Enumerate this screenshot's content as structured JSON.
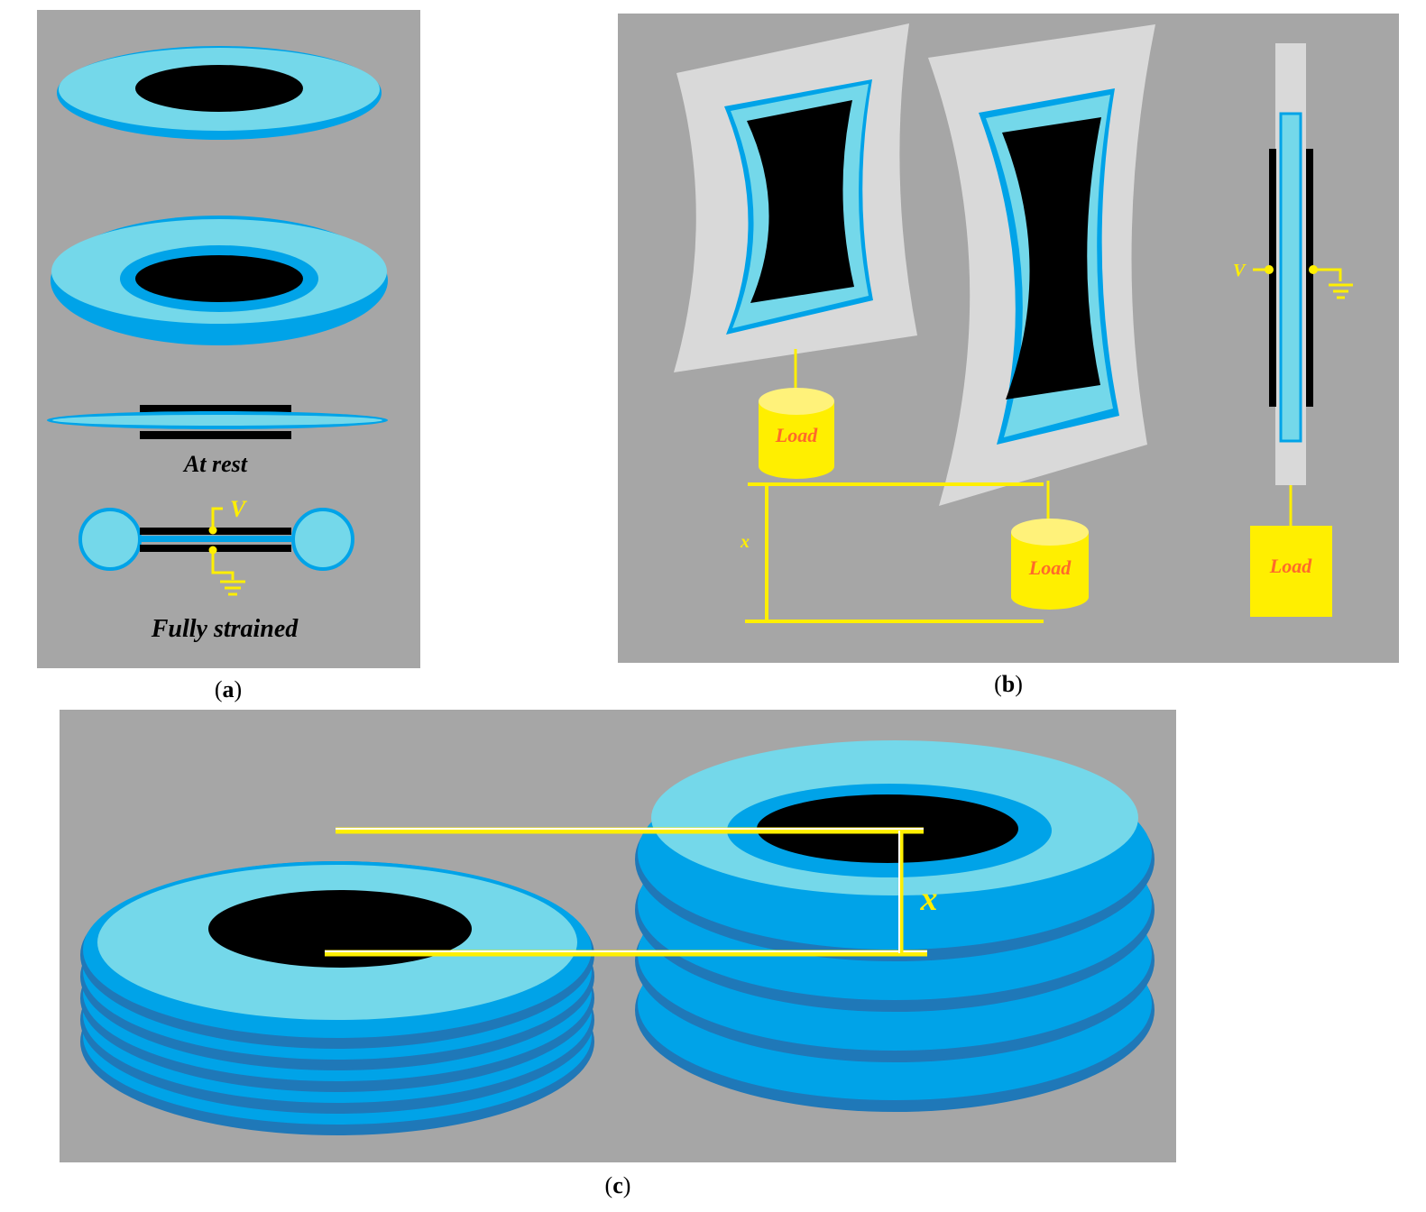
{
  "panel_a": {
    "label_at_rest": "At rest",
    "label_fully_strained": "Fully strained",
    "label_voltage": "V"
  },
  "panel_b": {
    "label_load_1": "Load",
    "label_load_2": "Load",
    "label_load_3": "Load",
    "label_x": "x",
    "label_voltage": "V"
  },
  "panel_c": {
    "label_x": "x"
  },
  "captions": {
    "a": {
      "open": "(",
      "letter": "a",
      "close": ")"
    },
    "b": {
      "open": "(",
      "letter": "b",
      "close": ")"
    },
    "c": {
      "open": "(",
      "letter": "c",
      "close": ")"
    }
  },
  "colors": {
    "background": "#a6a6a6",
    "light_blue": "#74d8ea",
    "mid_blue": "#00a3e8",
    "black": "#000000",
    "yellow": "#ffef00",
    "light_gray": "#d9d9d9",
    "load_text": "#ff6a2a"
  }
}
